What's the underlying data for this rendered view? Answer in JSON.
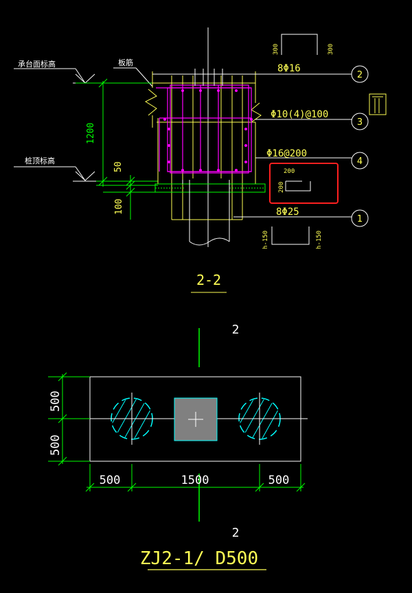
{
  "section": {
    "label_cap_elev": "承台面标高",
    "label_slab_rebar": "板筋",
    "label_pile_elev": "桩顶标高",
    "dim_1200": "1200",
    "dim_50": "50",
    "dim_100": "100",
    "rebar_2": "8Φ16",
    "rebar_3": "Φ10(4)@100",
    "rebar_4": "Φ16@200",
    "rebar_1": "8Φ25",
    "detail_dim_200_top": "200",
    "detail_dim_200_left": "200",
    "shape_dim_300_left": "300",
    "shape_dim_300_right": "300",
    "shape_dim_h150_left": "h-150",
    "shape_dim_h150_right": "h-150",
    "callout_1": "1",
    "callout_2": "2",
    "callout_3": "3",
    "callout_4": "4",
    "title": "2-2"
  },
  "plan": {
    "cut_mark_top": "2",
    "cut_mark_bottom": "2",
    "dim_left_top": "500",
    "dim_left_bottom": "500",
    "dim_bottom_left": "500",
    "dim_bottom_mid": "1500",
    "dim_bottom_right": "500",
    "title": "ZJ2-1/ D500"
  },
  "colors": {
    "background": "#000000",
    "green": "#00ff00",
    "yellow": "#ffff55",
    "magenta": "#ff00ff",
    "white": "#ffffff",
    "cyan": "#00ffff",
    "red": "#ff2020",
    "gray": "#808080"
  }
}
